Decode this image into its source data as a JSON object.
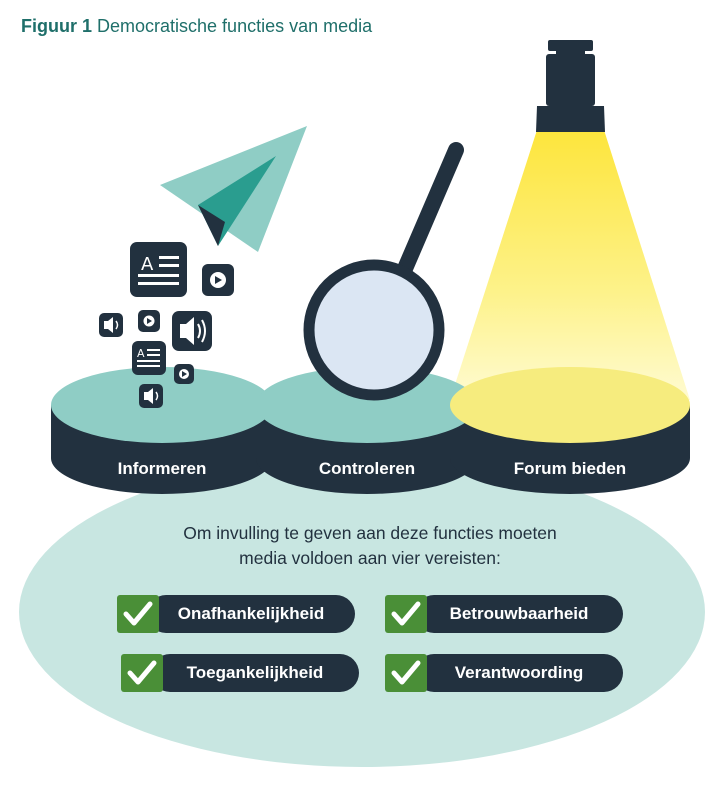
{
  "figure": {
    "label": "Figuur 1",
    "title": "Democratische functies van media"
  },
  "functions": [
    {
      "label": "Informeren",
      "icon": "paper-plane-icon"
    },
    {
      "label": "Controleren",
      "icon": "magnifying-glass-icon"
    },
    {
      "label": "Forum bieden",
      "icon": "spotlight-icon"
    }
  ],
  "intro": {
    "line1": "Om invulling te geven aan deze functies moeten",
    "line2": "media voldoen aan vier vereisten:"
  },
  "requirements": [
    {
      "label": "Onafhankelijkheid",
      "icon": "checkmark-icon"
    },
    {
      "label": "Betrouwbaarheid",
      "icon": "checkmark-icon"
    },
    {
      "label": "Toegankelijkheid",
      "icon": "checkmark-icon"
    },
    {
      "label": "Verantwoording",
      "icon": "checkmark-icon"
    }
  ],
  "colors": {
    "title": "#1f6f6a",
    "dark": "#22313f",
    "mint": "#8fcdc5",
    "pale_ellipse": "#c8e6e1",
    "check_green": "#4a8f37",
    "spotlight": "#fde94a"
  }
}
